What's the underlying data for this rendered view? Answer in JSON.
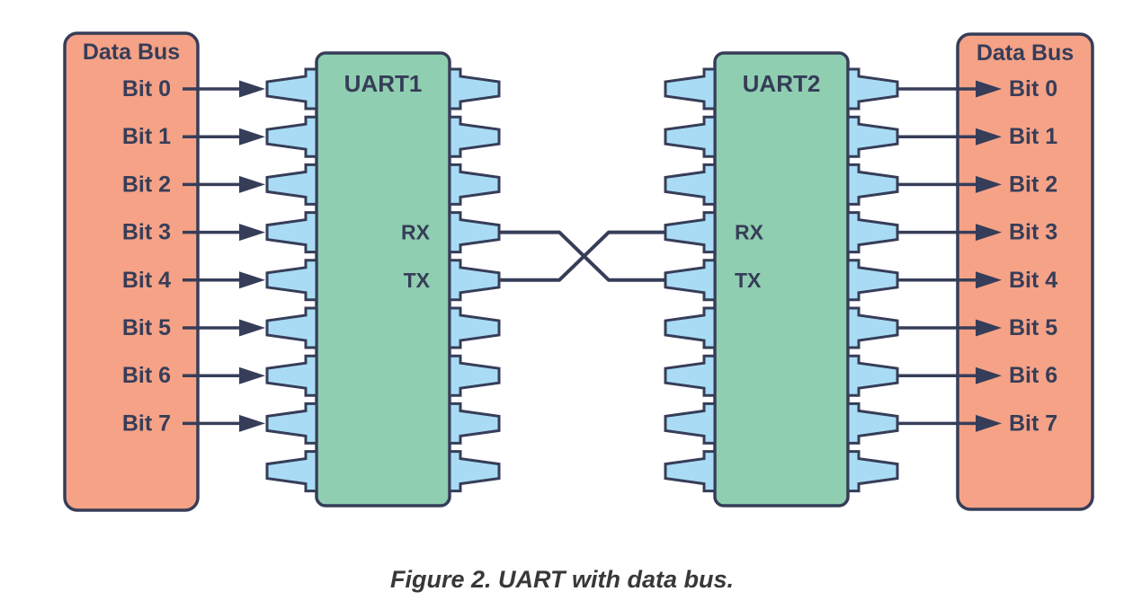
{
  "caption": "Figure 2. UART with data bus.",
  "colors": {
    "background": "#ffffff",
    "bus_fill": "#f5a287",
    "chip_fill": "#8fceb0",
    "pin_fill": "#a9dcf4",
    "stroke": "#363d58",
    "caption_color": "#383838"
  },
  "left_bus": {
    "title": "Data Bus",
    "bits": [
      "Bit 0",
      "Bit 1",
      "Bit 2",
      "Bit 3",
      "Bit 4",
      "Bit 5",
      "Bit 6",
      "Bit 7"
    ]
  },
  "right_bus": {
    "title": "Data Bus",
    "bits": [
      "Bit 0",
      "Bit 1",
      "Bit 2",
      "Bit 3",
      "Bit 4",
      "Bit 5",
      "Bit 6",
      "Bit 7"
    ]
  },
  "uart1": {
    "label": "UART1",
    "rx": "RX",
    "tx": "TX"
  },
  "uart2": {
    "label": "UART2",
    "rx": "RX",
    "tx": "TX"
  },
  "wires": [
    {
      "from": "UART1.RX",
      "to": "UART2.TX"
    },
    {
      "from": "UART1.TX",
      "to": "UART2.RX"
    }
  ],
  "pins_per_side": 9
}
